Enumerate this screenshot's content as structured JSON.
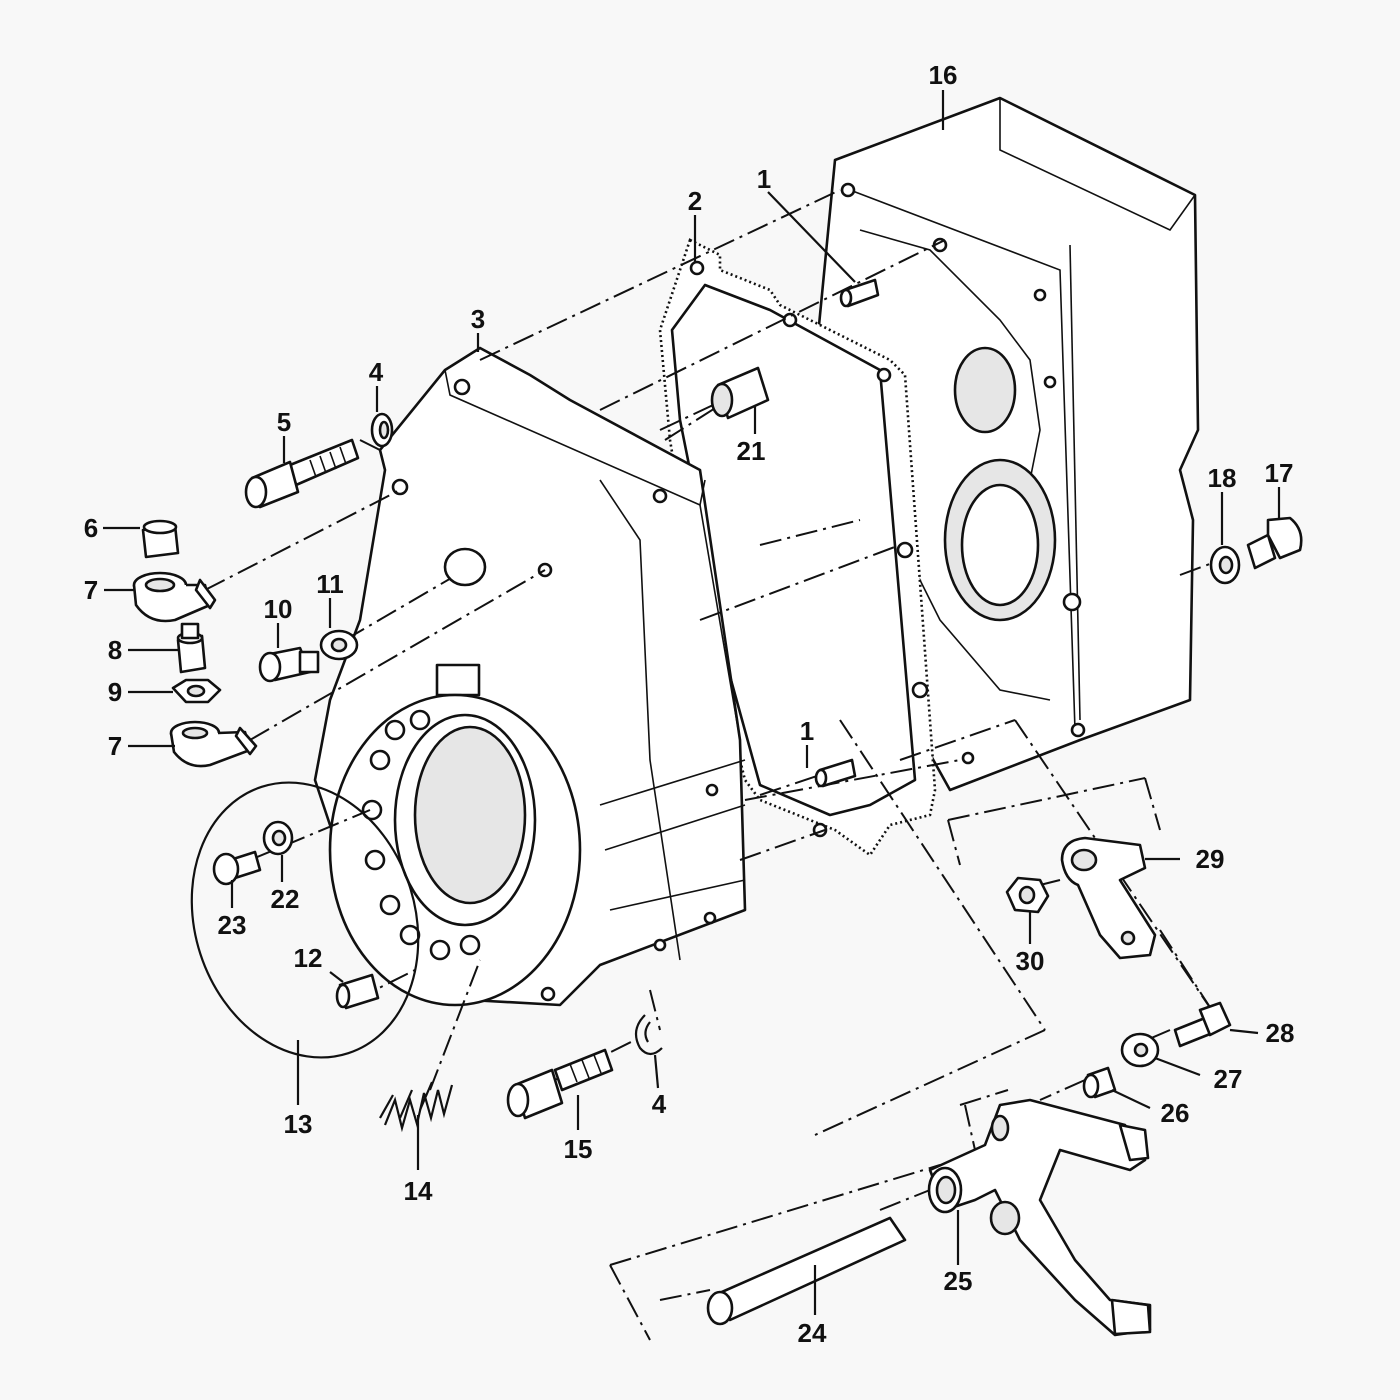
{
  "colors": {
    "line": "#111111",
    "paper": "#f8f8f8"
  },
  "callouts": [
    {
      "id": "c16",
      "text": "16"
    },
    {
      "id": "c1a",
      "text": "1"
    },
    {
      "id": "c2",
      "text": "2"
    },
    {
      "id": "c3",
      "text": "3"
    },
    {
      "id": "c4a",
      "text": "4"
    },
    {
      "id": "c5",
      "text": "5"
    },
    {
      "id": "c21",
      "text": "21"
    },
    {
      "id": "c6",
      "text": "6"
    },
    {
      "id": "c7a",
      "text": "7"
    },
    {
      "id": "c11",
      "text": "11"
    },
    {
      "id": "c10",
      "text": "10"
    },
    {
      "id": "c8",
      "text": "8"
    },
    {
      "id": "c9",
      "text": "9"
    },
    {
      "id": "c7b",
      "text": "7"
    },
    {
      "id": "c18",
      "text": "18"
    },
    {
      "id": "c17",
      "text": "17"
    },
    {
      "id": "c1b",
      "text": "1"
    },
    {
      "id": "c29",
      "text": "29"
    },
    {
      "id": "c23",
      "text": "23"
    },
    {
      "id": "c22",
      "text": "22"
    },
    {
      "id": "c30",
      "text": "30"
    },
    {
      "id": "c12",
      "text": "12"
    },
    {
      "id": "c28",
      "text": "28"
    },
    {
      "id": "c27",
      "text": "27"
    },
    {
      "id": "c4b",
      "text": "4"
    },
    {
      "id": "c26",
      "text": "26"
    },
    {
      "id": "c13",
      "text": "13"
    },
    {
      "id": "c15",
      "text": "15"
    },
    {
      "id": "c14",
      "text": "14"
    },
    {
      "id": "c25",
      "text": "25"
    },
    {
      "id": "c24",
      "text": "24"
    }
  ]
}
